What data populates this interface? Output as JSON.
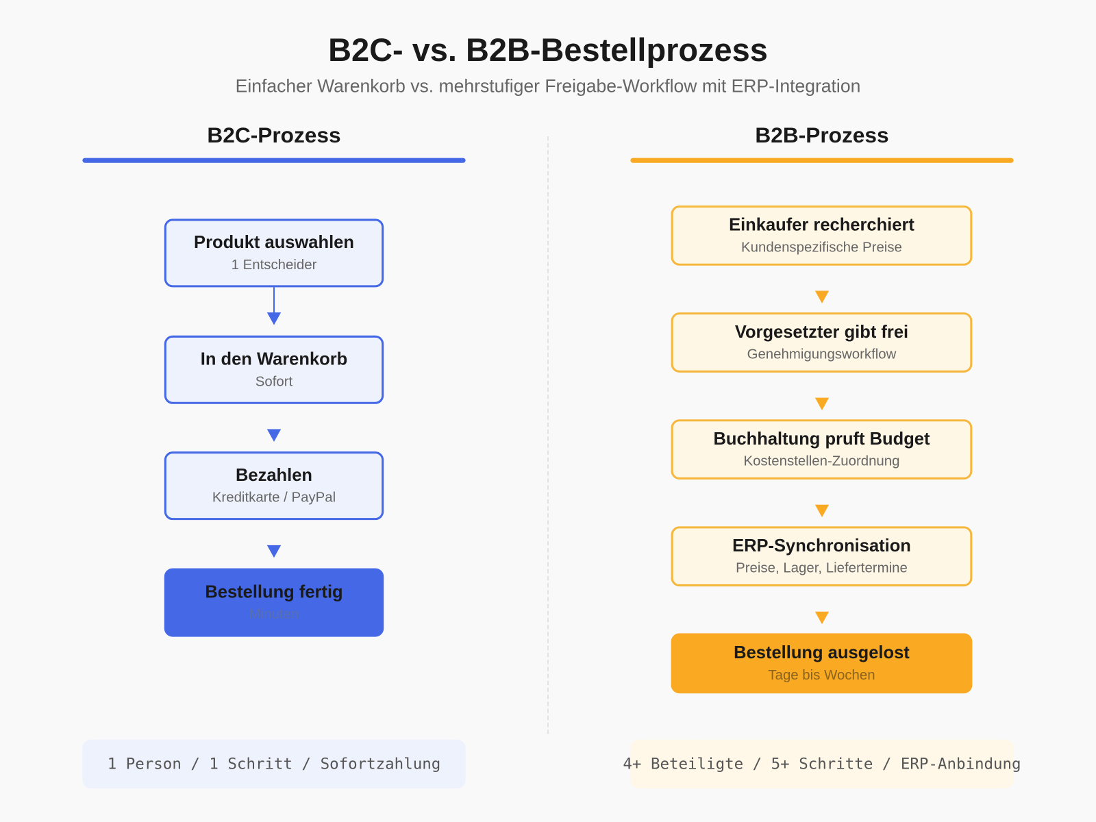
{
  "title": "B2C- vs. B2B-Bestellprozess",
  "subtitle": "Einfacher Warenkorb vs. mehrstufiger Freigabe-Workflow mit ERP-Integration",
  "colors": {
    "b2c": "#4468e6",
    "b2b": "#f9a922"
  },
  "b2c": {
    "heading": "B2C-Prozess",
    "steps": [
      {
        "title": "Produkt auswahlen",
        "sub": "1 Entscheider"
      },
      {
        "title": "In den Warenkorb",
        "sub": "Sofort"
      },
      {
        "title": "Bezahlen",
        "sub": "Kreditkarte / PayPal"
      },
      {
        "title": "Bestellung fertig",
        "sub": "Minuten"
      }
    ],
    "footer": "1 Person / 1 Schritt / Sofortzahlung"
  },
  "b2b": {
    "heading": "B2B-Prozess",
    "steps": [
      {
        "title": "Einkaufer recherchiert",
        "sub": "Kundenspezifische Preise"
      },
      {
        "title": "Vorgesetzter gibt frei",
        "sub": "Genehmigungsworkflow"
      },
      {
        "title": "Buchhaltung pruft Budget",
        "sub": "Kostenstellen-Zuordnung"
      },
      {
        "title": "ERP-Synchronisation",
        "sub": "Preise, Lager, Liefertermine"
      },
      {
        "title": "Bestellung ausgelost",
        "sub": "Tage bis Wochen"
      }
    ],
    "footer": "4+ Beteiligte / 5+ Schritte / ERP-Anbindung"
  }
}
